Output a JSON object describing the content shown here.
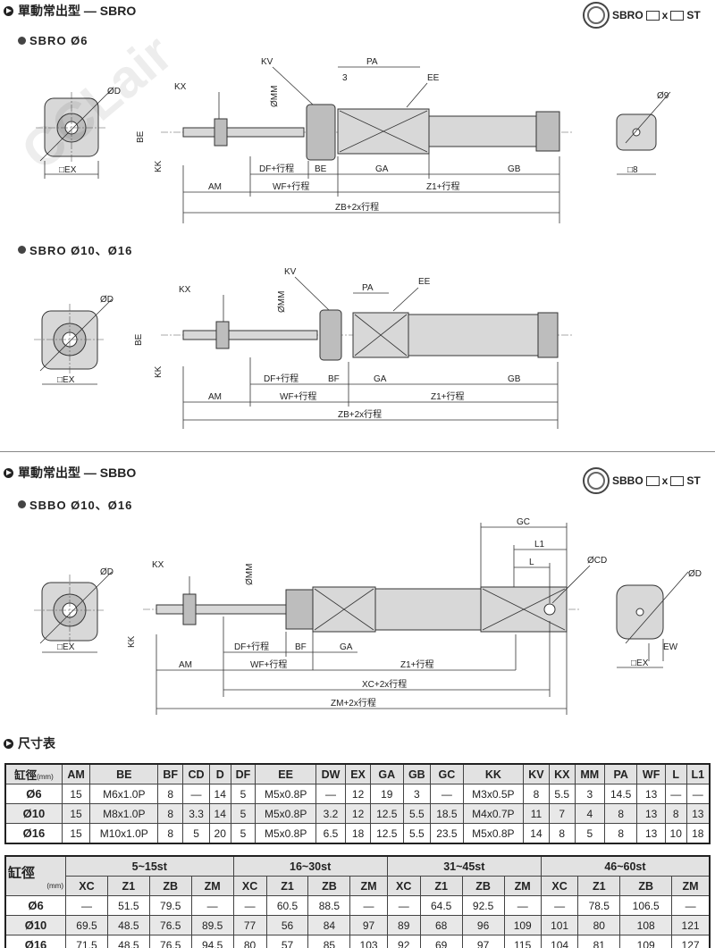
{
  "sbro": {
    "title": "單動常出型 — SBRO",
    "model": {
      "prefix": "SBRO",
      "x": "x",
      "suffix": "ST"
    },
    "d1": {
      "title": "SBRO Ø6",
      "labels": {
        "d": "ØD",
        "ex": "□EX",
        "kx": "KX",
        "be_v": "BE",
        "kk": "KK",
        "mm": "ØMM",
        "kv": "KV",
        "three": "3",
        "pa": "PA",
        "ee": "EE",
        "df": "DF+行程",
        "be": "BE",
        "ga": "GA",
        "gb": "GB",
        "d9": "Ø9",
        "sq8": "□8",
        "am": "AM",
        "wf": "WF+行程",
        "z1": "Z1+行程",
        "zb": "ZB+2x行程"
      }
    },
    "d2": {
      "title": "SBRO Ø10、Ø16",
      "labels": {
        "d": "ØD",
        "ex": "□EX",
        "kx": "KX",
        "be_v": "BE",
        "kk": "KK",
        "mm": "ØMM",
        "kv": "KV",
        "pa": "PA",
        "ee": "EE",
        "df": "DF+行程",
        "bf": "BF",
        "ga": "GA",
        "gb": "GB",
        "am": "AM",
        "wf": "WF+行程",
        "z1": "Z1+行程",
        "zb": "ZB+2x行程"
      }
    }
  },
  "sbbo": {
    "title": "單動常出型 — SBBO",
    "model": {
      "prefix": "SBBO",
      "x": "x",
      "suffix": "ST"
    },
    "d3": {
      "title": "SBBO Ø10、Ø16",
      "labels": {
        "d": "ØD",
        "ex": "□EX",
        "kx": "KX",
        "kk": "KK",
        "mm": "ØMM",
        "gc": "GC",
        "l1": "L1",
        "l": "L",
        "cd": "ØCD",
        "d_r": "ØD",
        "ew": "EW",
        "ex_r": "□EX",
        "df": "DF+行程",
        "bf": "BF",
        "ga": "GA",
        "z1": "Z1+行程",
        "am": "AM",
        "wf": "WF+行程",
        "xc": "XC+2x行程",
        "zm": "ZM+2x行程"
      }
    }
  },
  "dims": {
    "title": "尺寸表",
    "t1": {
      "bore_label": "缸徑",
      "unit": "(mm)",
      "headers": [
        "AM",
        "BE",
        "BF",
        "CD",
        "D",
        "DF",
        "EE",
        "DW",
        "EX",
        "GA",
        "GB",
        "GC",
        "KK",
        "KV",
        "KX",
        "MM",
        "PA",
        "WF",
        "L",
        "L1"
      ],
      "rows": [
        {
          "bore": "Ø6",
          "cells": [
            "15",
            "M6x1.0P",
            "8",
            "—",
            "14",
            "5",
            "M5x0.8P",
            "—",
            "12",
            "19",
            "3",
            "—",
            "M3x0.5P",
            "8",
            "5.5",
            "3",
            "14.5",
            "13",
            "—",
            "—"
          ]
        },
        {
          "bore": "Ø10",
          "cells": [
            "15",
            "M8x1.0P",
            "8",
            "3.3",
            "14",
            "5",
            "M5x0.8P",
            "3.2",
            "12",
            "12.5",
            "5.5",
            "18.5",
            "M4x0.7P",
            "11",
            "7",
            "4",
            "8",
            "13",
            "8",
            "13"
          ]
        },
        {
          "bore": "Ø16",
          "cells": [
            "15",
            "M10x1.0P",
            "8",
            "5",
            "20",
            "5",
            "M5x0.8P",
            "6.5",
            "18",
            "12.5",
            "5.5",
            "23.5",
            "M5x0.8P",
            "14",
            "8",
            "5",
            "8",
            "13",
            "10",
            "18"
          ]
        }
      ]
    },
    "t2": {
      "bore_label": "缸徑",
      "unit": "(mm)",
      "groups": [
        "5~15st",
        "16~30st",
        "31~45st",
        "46~60st"
      ],
      "sub": [
        "XC",
        "Z1",
        "ZB",
        "ZM"
      ],
      "rows": [
        {
          "bore": "Ø6",
          "cells": [
            "—",
            "51.5",
            "79.5",
            "—",
            "—",
            "60.5",
            "88.5",
            "—",
            "—",
            "64.5",
            "92.5",
            "—",
            "—",
            "78.5",
            "106.5",
            "—"
          ]
        },
        {
          "bore": "Ø10",
          "cells": [
            "69.5",
            "48.5",
            "76.5",
            "89.5",
            "77",
            "56",
            "84",
            "97",
            "89",
            "68",
            "96",
            "109",
            "101",
            "80",
            "108",
            "121"
          ]
        },
        {
          "bore": "Ø16",
          "cells": [
            "71.5",
            "48.5",
            "76.5",
            "94.5",
            "80",
            "57",
            "85",
            "103",
            "92",
            "69",
            "97",
            "115",
            "104",
            "81",
            "109",
            "127"
          ]
        }
      ]
    }
  },
  "watermark": "CCLair"
}
